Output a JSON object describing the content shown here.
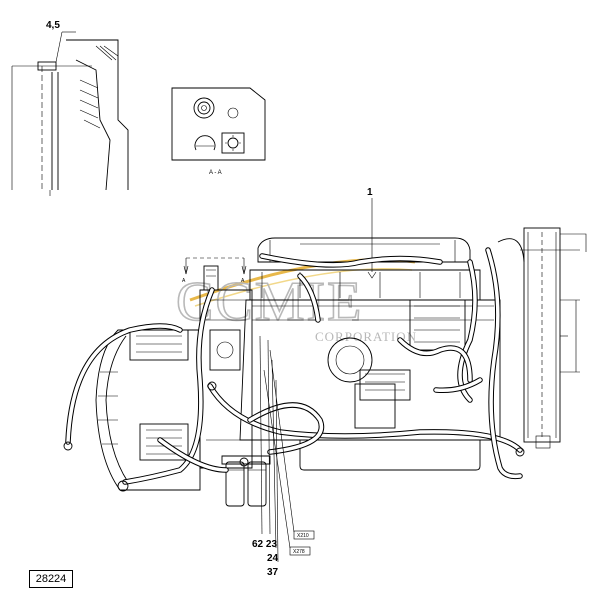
{
  "detail_view": {
    "callout": "4,5"
  },
  "section_view": {
    "label": "A - A"
  },
  "callouts": {
    "main": "1",
    "bottom_row": "62 23",
    "bottom_24": "24",
    "bottom_37": "37"
  },
  "connector_tags": {
    "upper": "X210",
    "lower": "X278"
  },
  "section_markers": {
    "left": "A",
    "right": "A"
  },
  "watermark": {
    "main": "CCMIE",
    "sub": "CORPORATION",
    "color": "#b9b9b9",
    "swoosh_color": "#e8b84a"
  },
  "figure_number": "28224"
}
